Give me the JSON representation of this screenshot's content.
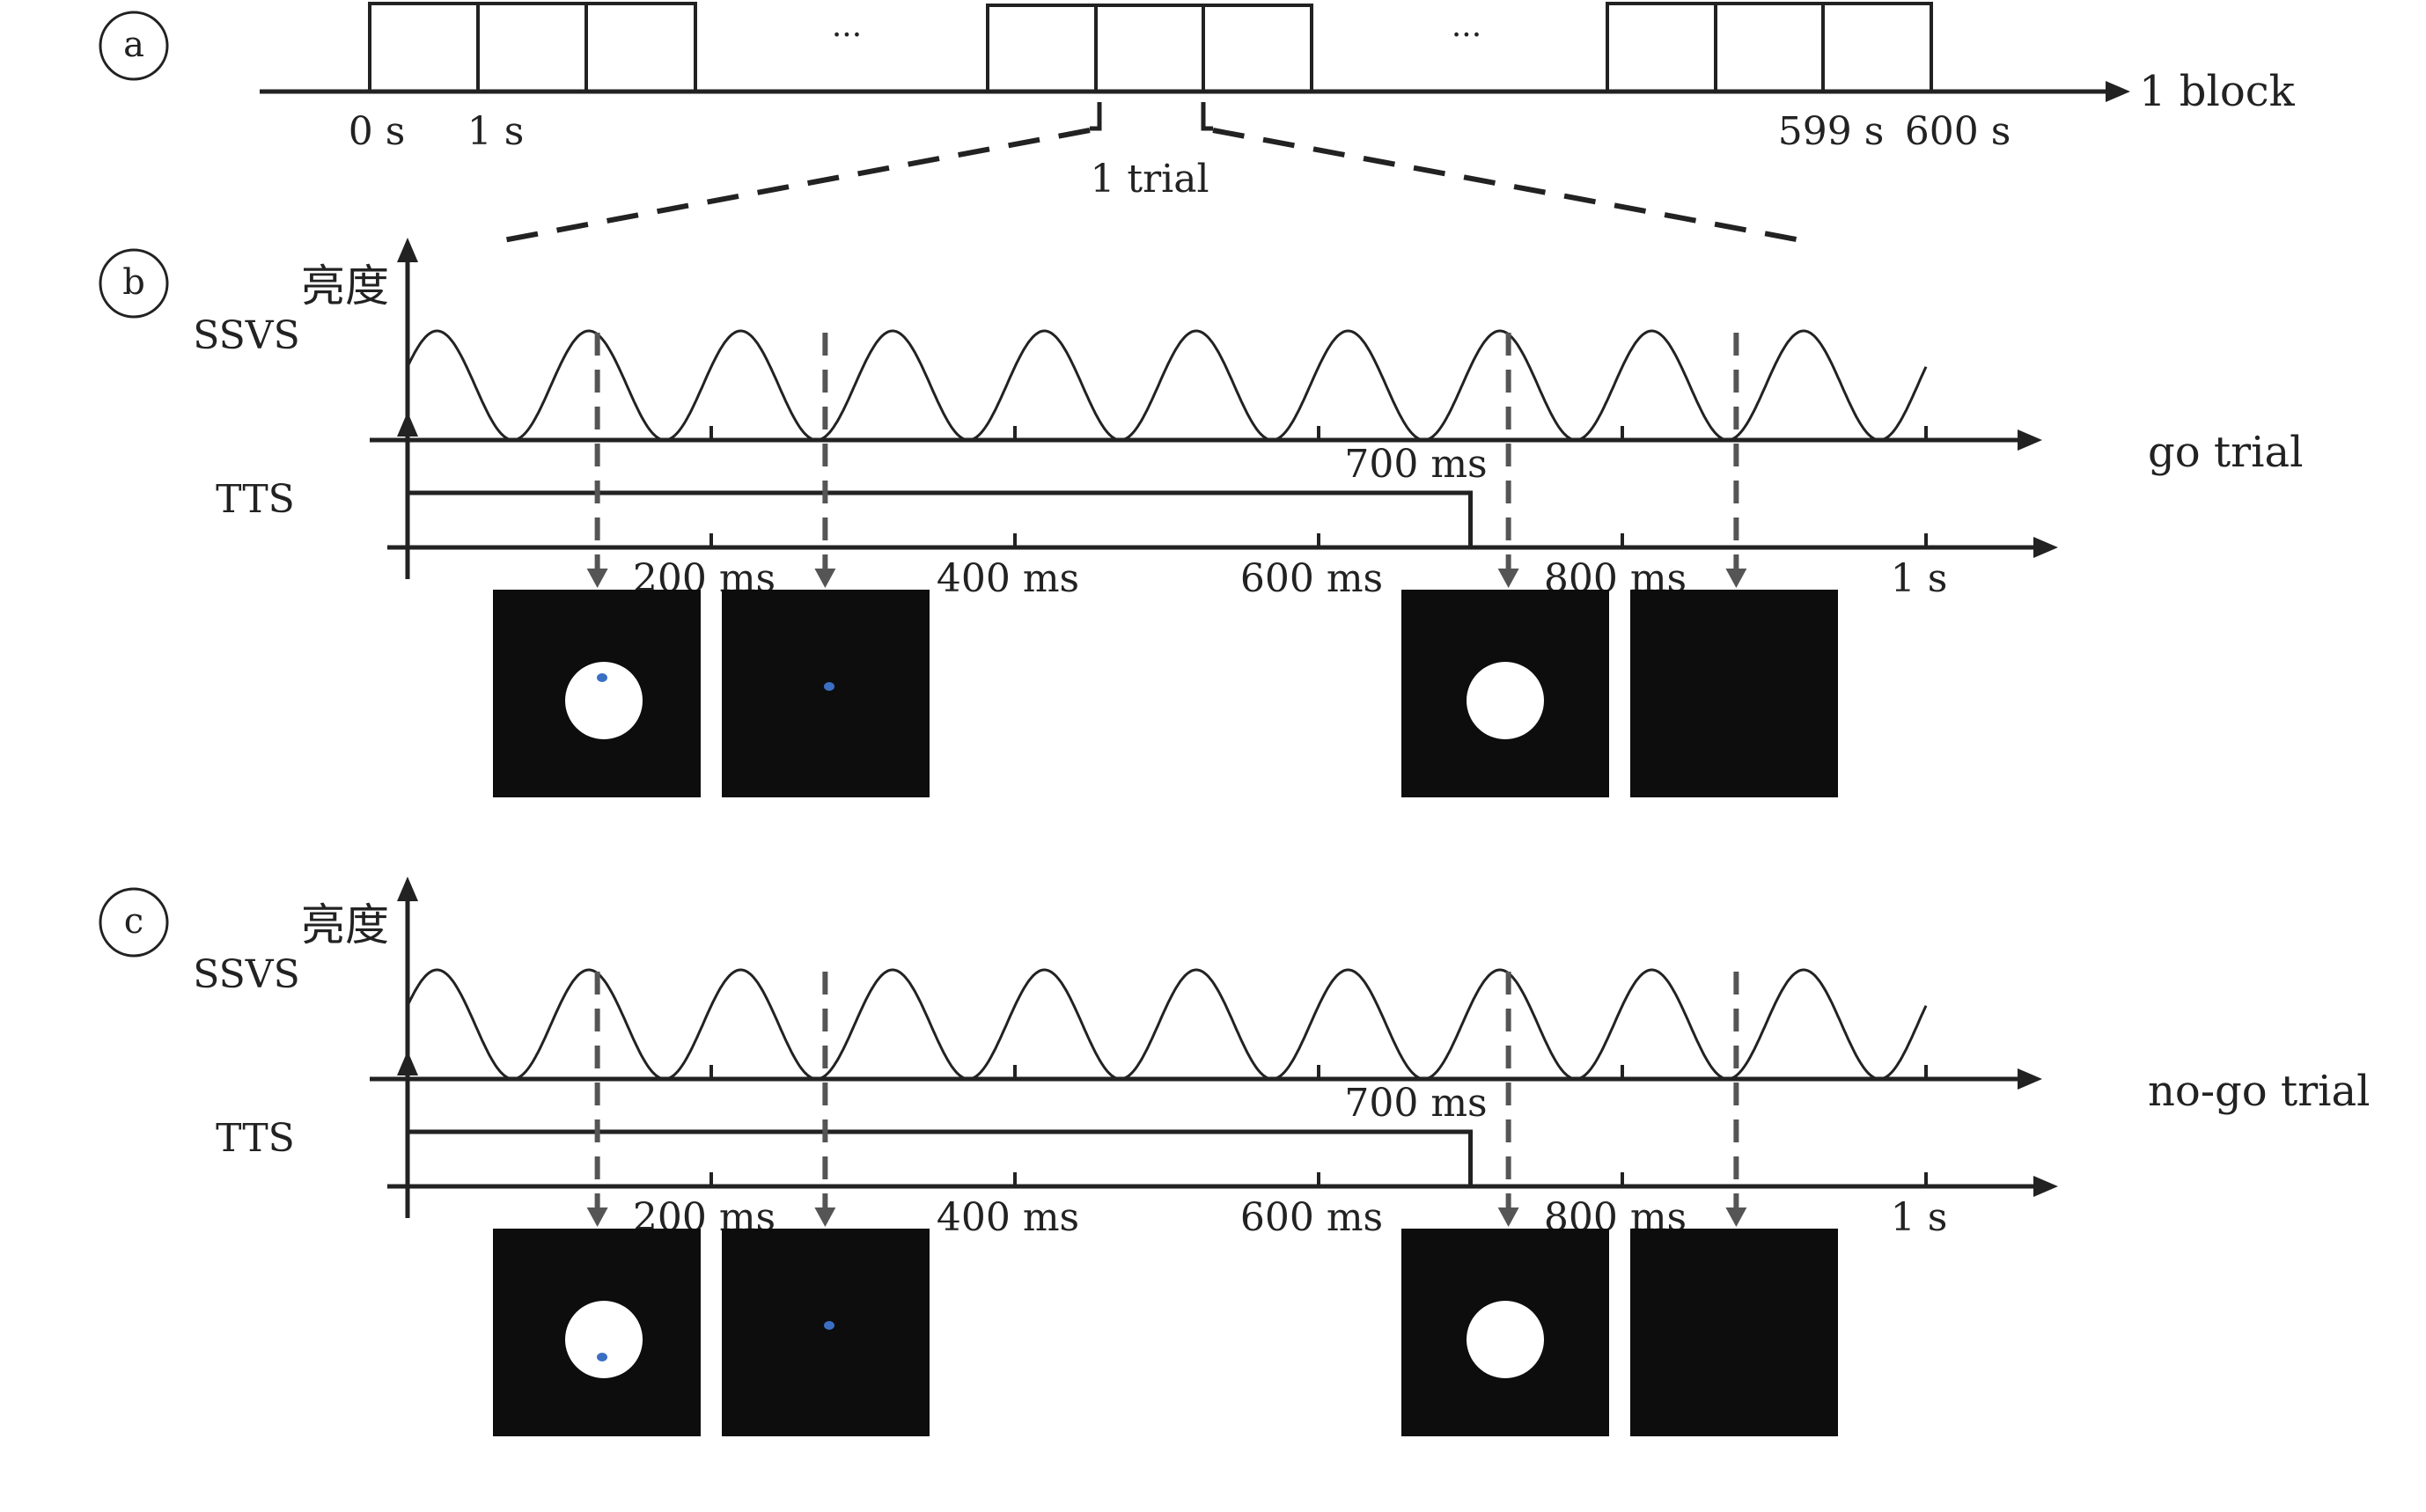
{
  "panel_a": {
    "label": "a",
    "time_labels": [
      "0 s",
      "1 s",
      "599 s",
      "600 s"
    ],
    "ellipsis": "···",
    "axis_label": "1 block",
    "trial_label": "1 trial"
  },
  "panels": [
    {
      "label": "b",
      "luminance_label": "亮度",
      "ssvs_label": "SSVS",
      "tts_label": "TTS",
      "tts_marker": "700 ms",
      "trial_type": "go trial",
      "ticks": [
        "200 ms",
        "400 ms",
        "600 ms",
        "800 ms",
        "1 s"
      ],
      "stimuli": [
        {
          "name": "circle-with-dot",
          "circle": true,
          "dot": true
        },
        {
          "name": "dot-only",
          "circle": false,
          "dot": true
        },
        {
          "name": "circle-only",
          "circle": true,
          "dot": false
        },
        {
          "name": "blank",
          "circle": false,
          "dot": false
        }
      ]
    },
    {
      "label": "c",
      "luminance_label": "亮度",
      "ssvs_label": "SSVS",
      "tts_label": "TTS",
      "tts_marker": "700 ms",
      "trial_type": "no-go trial",
      "ticks": [
        "200 ms",
        "400 ms",
        "600 ms",
        "800 ms",
        "1 s"
      ],
      "stimuli": [
        {
          "name": "circle-with-dot",
          "circle": true,
          "dot": true
        },
        {
          "name": "dot-only",
          "circle": false,
          "dot": true
        },
        {
          "name": "circle-only",
          "circle": true,
          "dot": false
        },
        {
          "name": "blank",
          "circle": false,
          "dot": false
        }
      ]
    }
  ],
  "colors": {
    "line": "#222222",
    "arrow_dashed": "#555555",
    "stimulus_bg": "#0d0d0d",
    "circle": "#ffffff",
    "dot": "#3a6fc4"
  }
}
